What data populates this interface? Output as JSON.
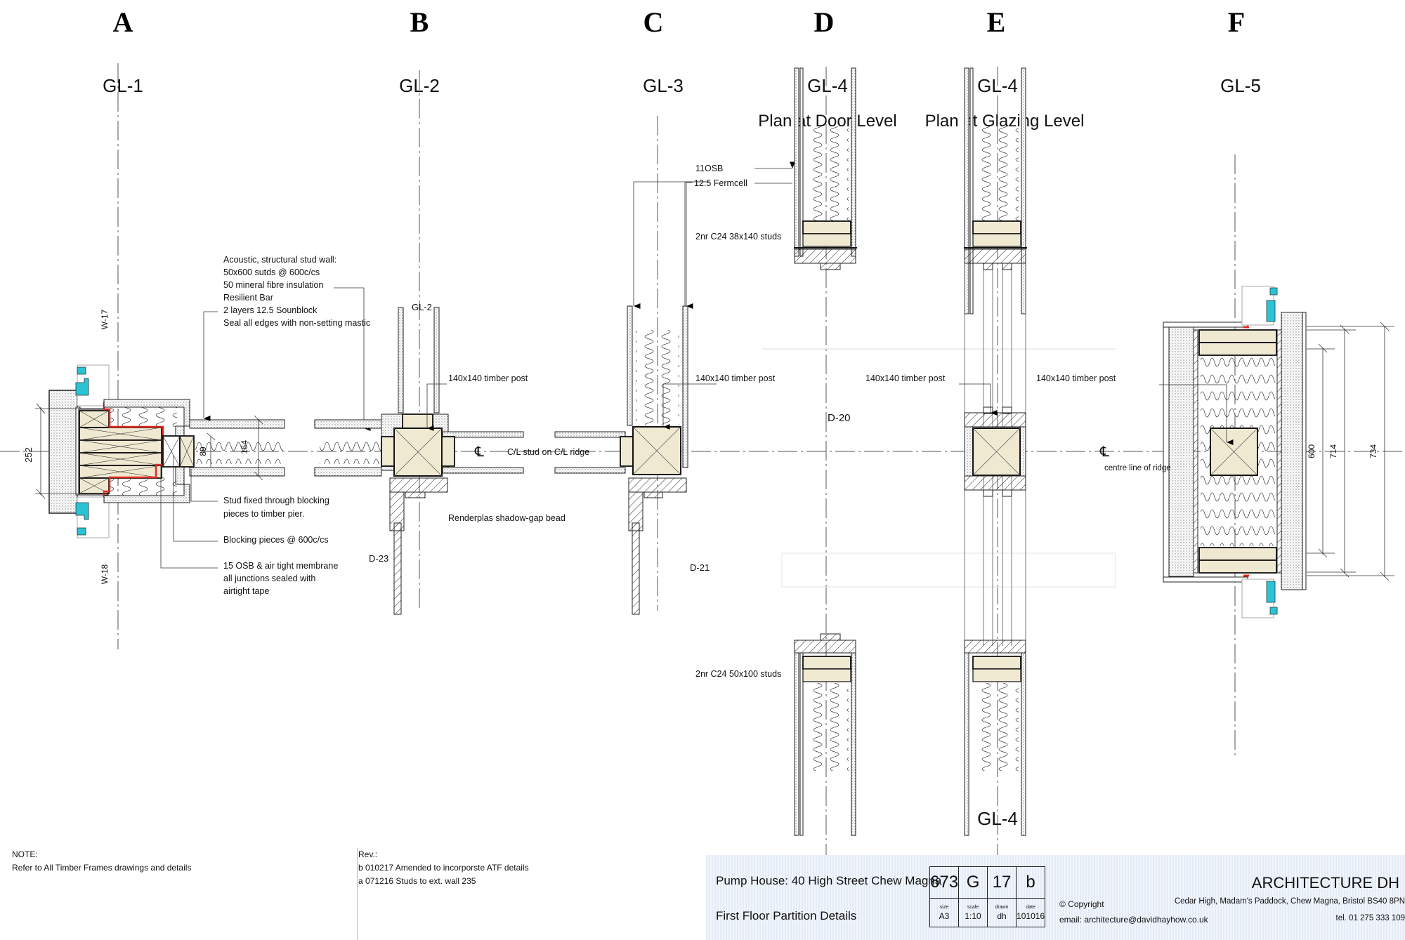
{
  "columns": [
    {
      "letter": "A",
      "grid": "GL-1"
    },
    {
      "letter": "B",
      "grid": "GL-2"
    },
    {
      "letter": "C",
      "grid": "GL-3"
    },
    {
      "letter": "D",
      "grid": "GL-4",
      "subtitle": "Plan at Door Level"
    },
    {
      "letter": "E",
      "grid": "GL-4",
      "subtitle": "Plan at Glazing Level"
    },
    {
      "letter": "F",
      "grid": "GL-5"
    }
  ],
  "labels": {
    "gl2_inner": "GL-2",
    "gl4_bottom": "GL-4",
    "w17": "W-17",
    "w18": "W-18",
    "d20": "D-20",
    "d21": "D-21",
    "d23": "D-23"
  },
  "annotations": {
    "acoustic_wall": [
      "Acoustic, structural stud wall:",
      "50x600 sutds @ 600c/cs",
      "50 mineral fibre insulation",
      "Resilient Bar",
      "2 layers 12.5 Sounblock",
      "Seal all edges with non-setting mastic"
    ],
    "stud_fixed": [
      "Stud fixed through blocking",
      "pieces to timber pier."
    ],
    "blocking": "Blocking pieces @ 600c/cs",
    "osb_membrane": [
      "15 OSB & air tight membrane",
      "all junctions sealed with",
      "airtight tape"
    ],
    "timber_post_b": "140x140 timber post",
    "timber_post_c": "140x140 timber post",
    "timber_post_d": "140x140 timber post",
    "timber_post_e": "140x140 timber post",
    "cl_stud": "C/L stud on C/L ridge",
    "renderplas": "Renderplas shadow-gap bead",
    "osb11": "11OSB",
    "fermcell": "12.5 Fermcell",
    "studs_38": "2nr C24 38x140 studs",
    "studs_50": "2nr C24 50x100 studs",
    "centre_line": "centre line of ridge"
  },
  "dimensions": {
    "a_252": "252",
    "a_89": "89",
    "a_164": "164",
    "f_600": "600",
    "f_714": "714",
    "f_734": "734"
  },
  "notes": {
    "heading": "NOTE:",
    "text": "Refer to All Timber Frames drawings and details"
  },
  "revisions": {
    "heading": "Rev.:",
    "items": [
      "b 010217   Amended to incorporste ATF details",
      "a  071216   Studs to ext. wall 235"
    ]
  },
  "title_block": {
    "project": "Pump House: 40 High Street Chew Magna",
    "drawing_title": "First Floor Partition Details",
    "job_no": "673",
    "series": "G",
    "sheet": "17",
    "revision": "b",
    "size_caption": "size",
    "size": "A3",
    "scale_caption": "scale",
    "scale": "1:10",
    "drawn_caption": "drawn",
    "drawn": "dh",
    "date_caption": "date",
    "date": "101016",
    "copyright": "© Copyright",
    "email": "email: architecture@davidhayhow.co.uk",
    "firm": "ARCHITECTURE DH",
    "address": "Cedar High, Madam's Paddock, Chew Magna, Bristol BS40 8PN",
    "tel": "tel. 01 275 333 109"
  },
  "colors": {
    "timber": "#f0e9d2",
    "window_frame": "#29c4d6",
    "membrane": "#e8281e",
    "title_block_bg": "#e8eff7"
  }
}
